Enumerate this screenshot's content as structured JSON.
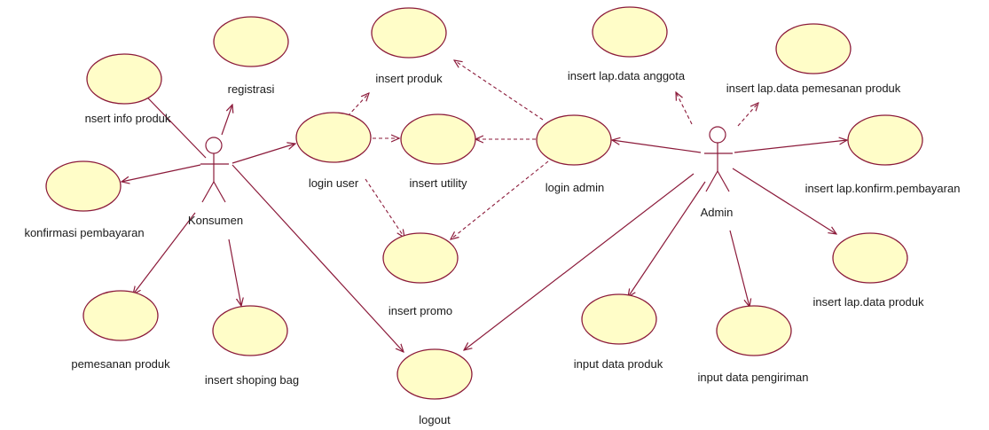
{
  "actors": {
    "konsumen": "Konsumen",
    "admin": "Admin"
  },
  "use_cases": {
    "insert_info_produk": "nsert info produk",
    "registrasi": "registrasi",
    "konfirmasi_pembayaran": "konfirmasi pembayaran",
    "pemesanan_produk": "pemesanan produk",
    "insert_shoping_bag": "insert shoping bag",
    "login_user": "login user",
    "insert_produk": "insert produk",
    "insert_utility": "insert utility",
    "insert_promo": "insert promo",
    "logout": "logout",
    "login_admin": "login admin",
    "insert_lap_data_anggota": "insert lap.data anggota",
    "insert_lap_data_pemesanan_produk": "insert lap.data pemesanan produk",
    "insert_lap_konfirm_pembayaran": "insert lap.konfirm.pembayaran",
    "insert_lap_data_produk": "insert lap.data produk",
    "input_data_produk": "input data produk",
    "input_data_pengiriman": "input data pengiriman"
  },
  "colors": {
    "oval_fill": "#fffdc8",
    "line": "#8b1a3a"
  }
}
